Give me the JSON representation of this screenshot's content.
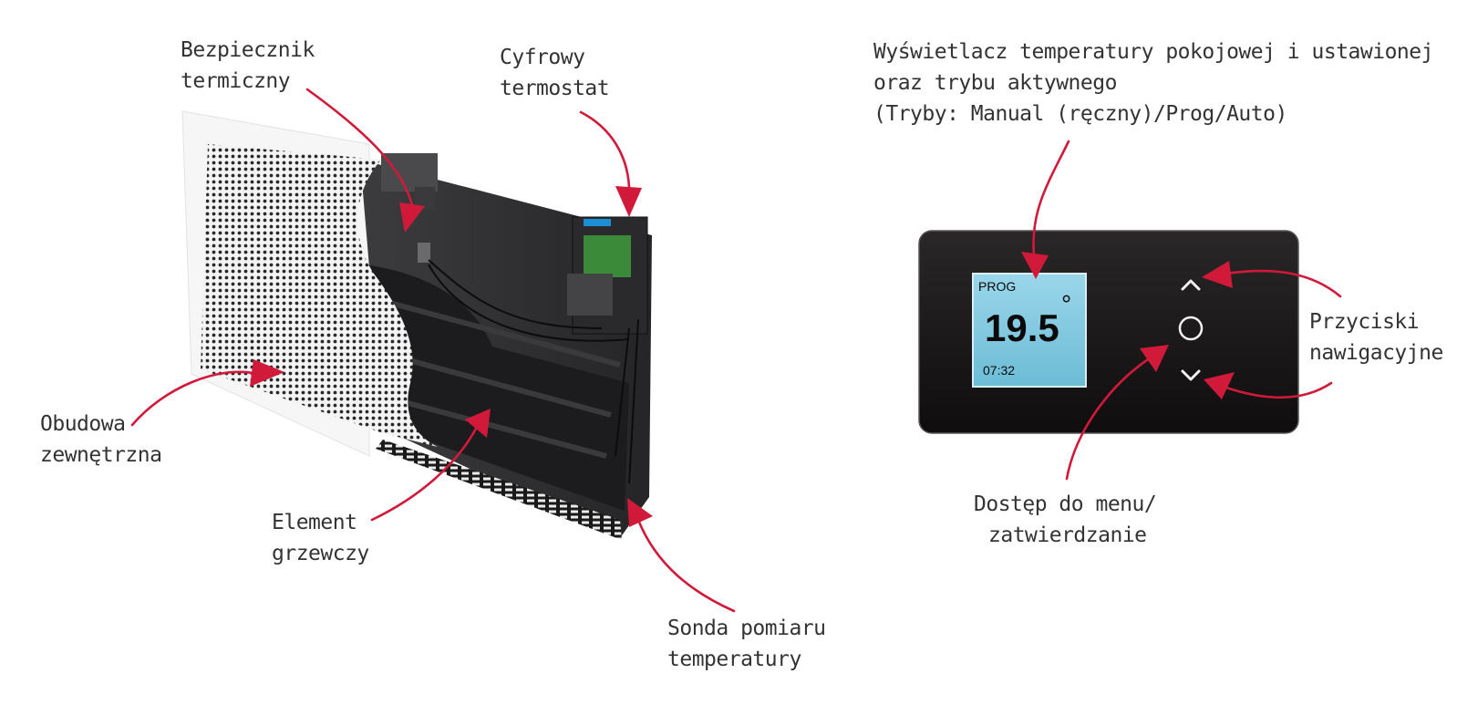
{
  "labels": {
    "thermal_fuse": [
      "Bezpiecznik",
      "termiczny"
    ],
    "digital_thermostat": [
      "Cyfrowy",
      "termostat"
    ],
    "outer_casing": [
      "Obudowa",
      "zewnętrzna"
    ],
    "heating_element": [
      "Element",
      "grzewczy"
    ],
    "temperature_probe": [
      "Sonda pomiaru",
      "temperatury"
    ],
    "display_description": [
      "Wyświetlacz temperatury pokojowej i ustawionej",
      "oraz trybu aktywnego",
      "(Tryby: Manual (ręczny)/Prog/Auto)"
    ],
    "navigation_buttons": [
      "Przyciski",
      "nawigacyjne"
    ],
    "menu_access": [
      "Dostęp do menu/",
      "zatwierdzanie"
    ]
  },
  "display": {
    "mode": "PROG",
    "temperature": "19.5",
    "degree_symbol": "°",
    "time": "07:32"
  },
  "icons": {
    "up": "chevron-up-icon",
    "ok": "circle-icon",
    "down": "chevron-down-icon"
  },
  "colors": {
    "arrow": "#d11a3a",
    "panel": "#151314",
    "lcd": "#7fc9e0",
    "heater_body": "#2e2e30"
  }
}
